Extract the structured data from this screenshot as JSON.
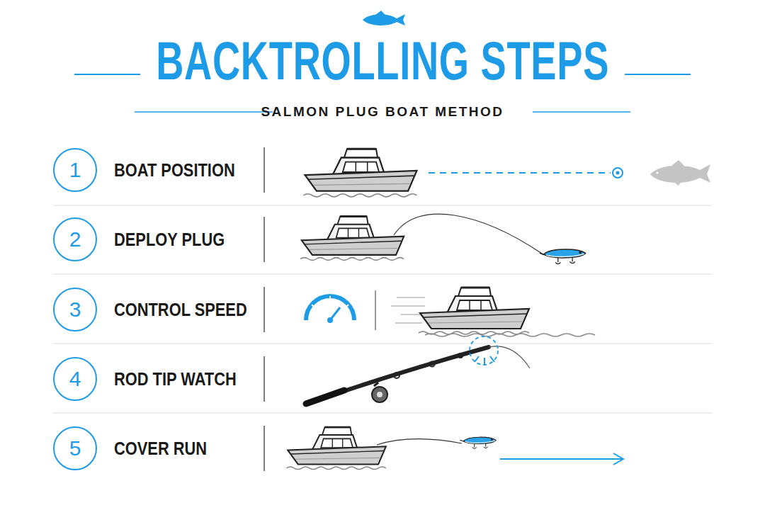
{
  "diagram": {
    "title": "BACKTROLLING STEPS",
    "nodes": [
      {
        "text": [
          "1",
          "BOAT POSITION"
        ]
      },
      {
        "text": [
          "2",
          "DEPLOY PLUG"
        ]
      },
      {
        "text": [
          "3",
          "CONTROL SPEED"
        ]
      },
      {
        "text": [
          "4",
          "ROD TIP WATCH"
        ]
      },
      {
        "text": [
          "5",
          "COVER RUN"
        ]
      }
    ],
    "labels": [
      "SALMON PLUG BOAT METHOD"
    ]
  }
}
